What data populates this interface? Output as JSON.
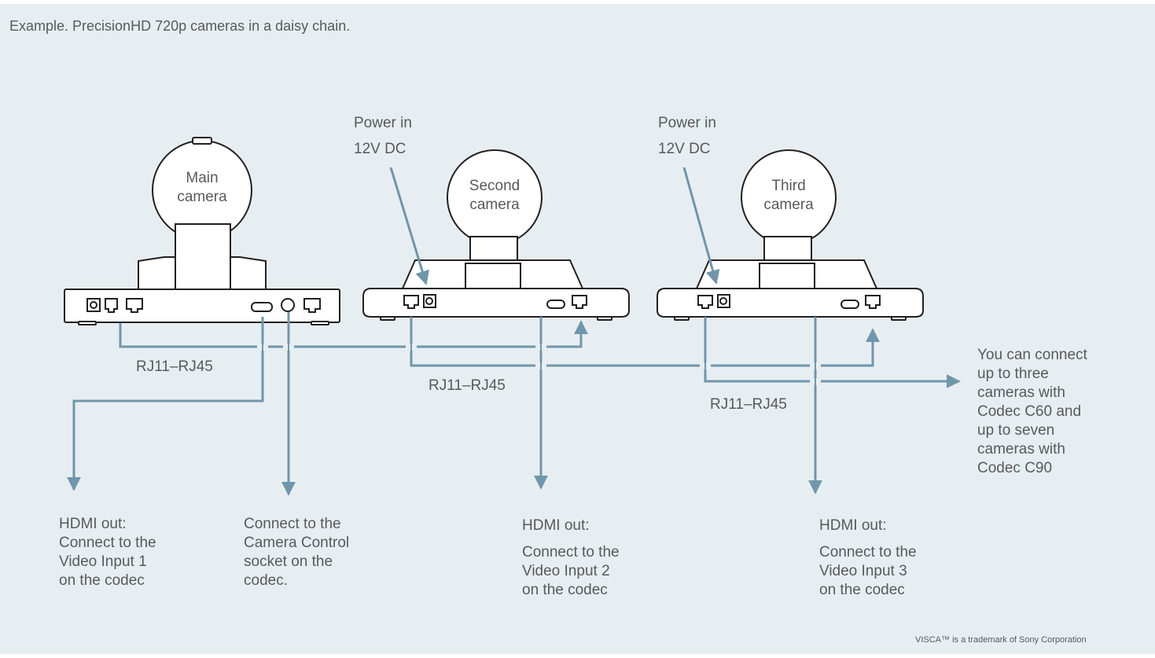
{
  "caption": "Example. PrecisionHD 720p cameras in a daisy chain.",
  "cameras": [
    {
      "label_line1": "Main",
      "label_line2": "camera"
    },
    {
      "label_line1": "Second",
      "label_line2": "camera"
    },
    {
      "label_line1": "Third",
      "label_line2": "camera"
    }
  ],
  "power_labels": [
    {
      "line1": "Power in",
      "line2": "12V DC"
    },
    {
      "line1": "Power in",
      "line2": "12V DC"
    }
  ],
  "cable_labels": [
    "RJ11–RJ45",
    "RJ11–RJ45",
    "RJ11–RJ45"
  ],
  "outputs": [
    {
      "lines": [
        "HDMI out:",
        "Connect to the",
        "Video Input 1",
        "on the codec"
      ]
    },
    {
      "lines": [
        "Connect to the",
        "Camera Control",
        "socket on the",
        "codec."
      ]
    },
    {
      "heading": "HDMI out:",
      "lines": [
        "Connect to the",
        "Video Input 2",
        "on the codec"
      ]
    },
    {
      "heading": "HDMI out:",
      "lines": [
        "Connect to the",
        "Video Input 3",
        "on the codec"
      ]
    }
  ],
  "side_note": [
    "You can connect",
    "up to three",
    "cameras with",
    "Codec C60 and",
    "up to seven",
    "cameras with",
    "Codec C90"
  ],
  "footer": "VISCA™ is a trademark of Sony Corporation",
  "colors": {
    "background": "#e7eef2",
    "line": "#6f96ab",
    "outline": "#231f20",
    "text": "#58595b"
  }
}
